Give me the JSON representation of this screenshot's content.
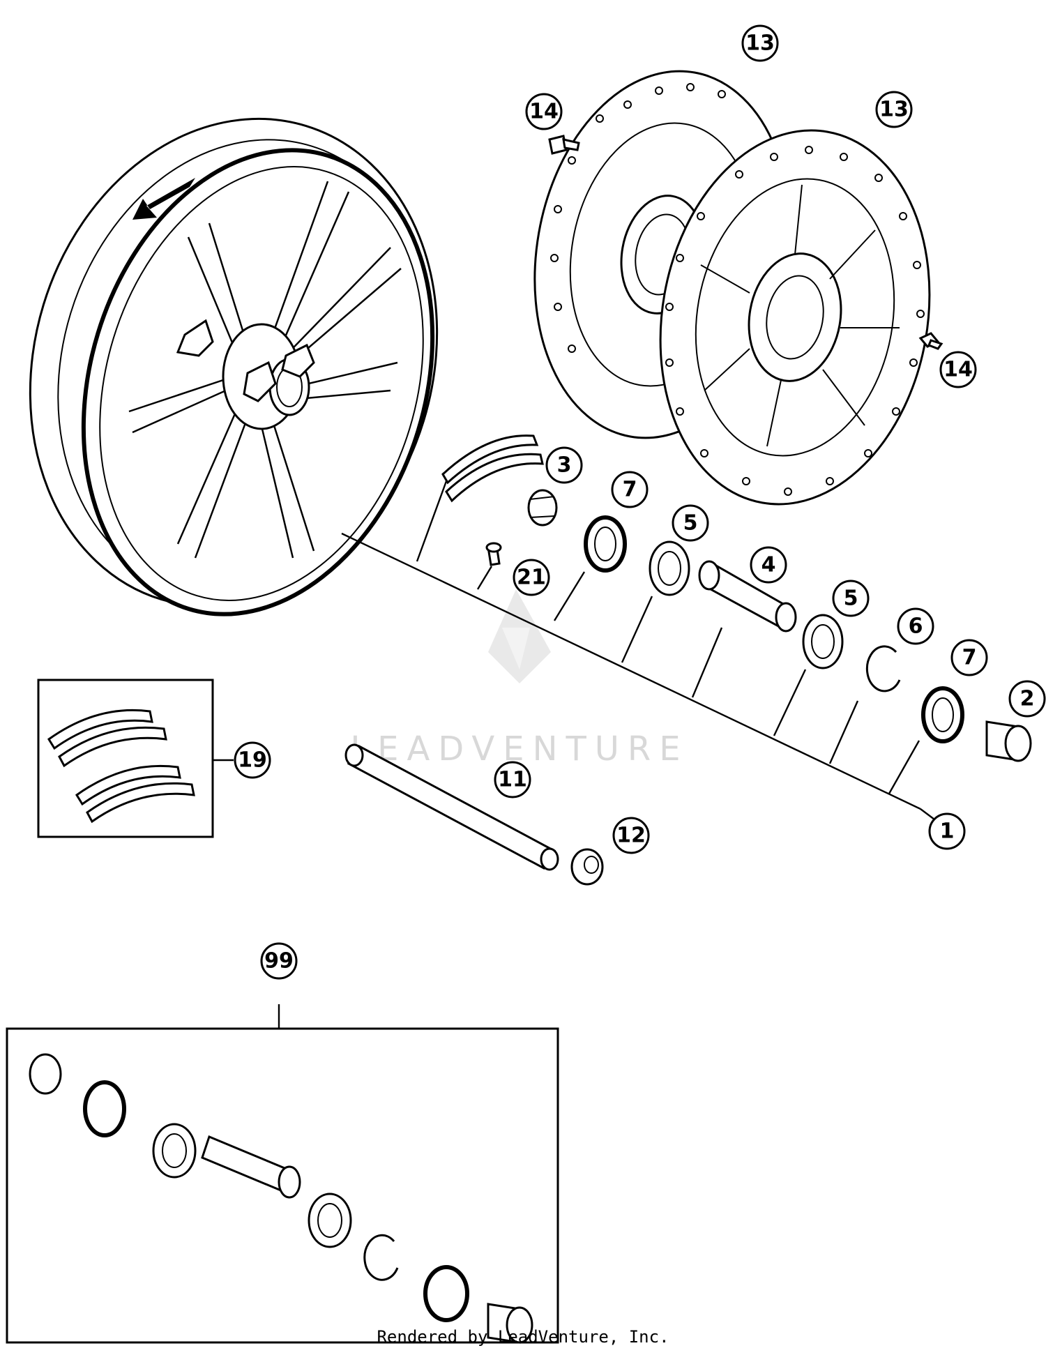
{
  "callouts": [
    {
      "label": "13",
      "part": "brake-disc"
    },
    {
      "label": "14",
      "part": "disc-screw"
    },
    {
      "label": "13",
      "part": "brake-disc"
    },
    {
      "label": "14",
      "part": "disc-screw"
    },
    {
      "label": "3",
      "part": "spacer"
    },
    {
      "label": "7",
      "part": "shaft-seal"
    },
    {
      "label": "5",
      "part": "ball-bearing"
    },
    {
      "label": "4",
      "part": "distance-sleeve"
    },
    {
      "label": "21",
      "part": "valve"
    },
    {
      "label": "5",
      "part": "ball-bearing"
    },
    {
      "label": "6",
      "part": "circlip"
    },
    {
      "label": "7",
      "part": "shaft-seal"
    },
    {
      "label": "2",
      "part": "spacer"
    },
    {
      "label": "19",
      "part": "decal-kit"
    },
    {
      "label": "11",
      "part": "wheel-spindle"
    },
    {
      "label": "12",
      "part": "spindle-nut"
    },
    {
      "label": "1",
      "part": "front-wheel"
    },
    {
      "label": "99",
      "part": "bearing-repair-kit"
    }
  ],
  "watermark": "LEADVENTURE",
  "footer": "Rendered by LeadVenture, Inc."
}
